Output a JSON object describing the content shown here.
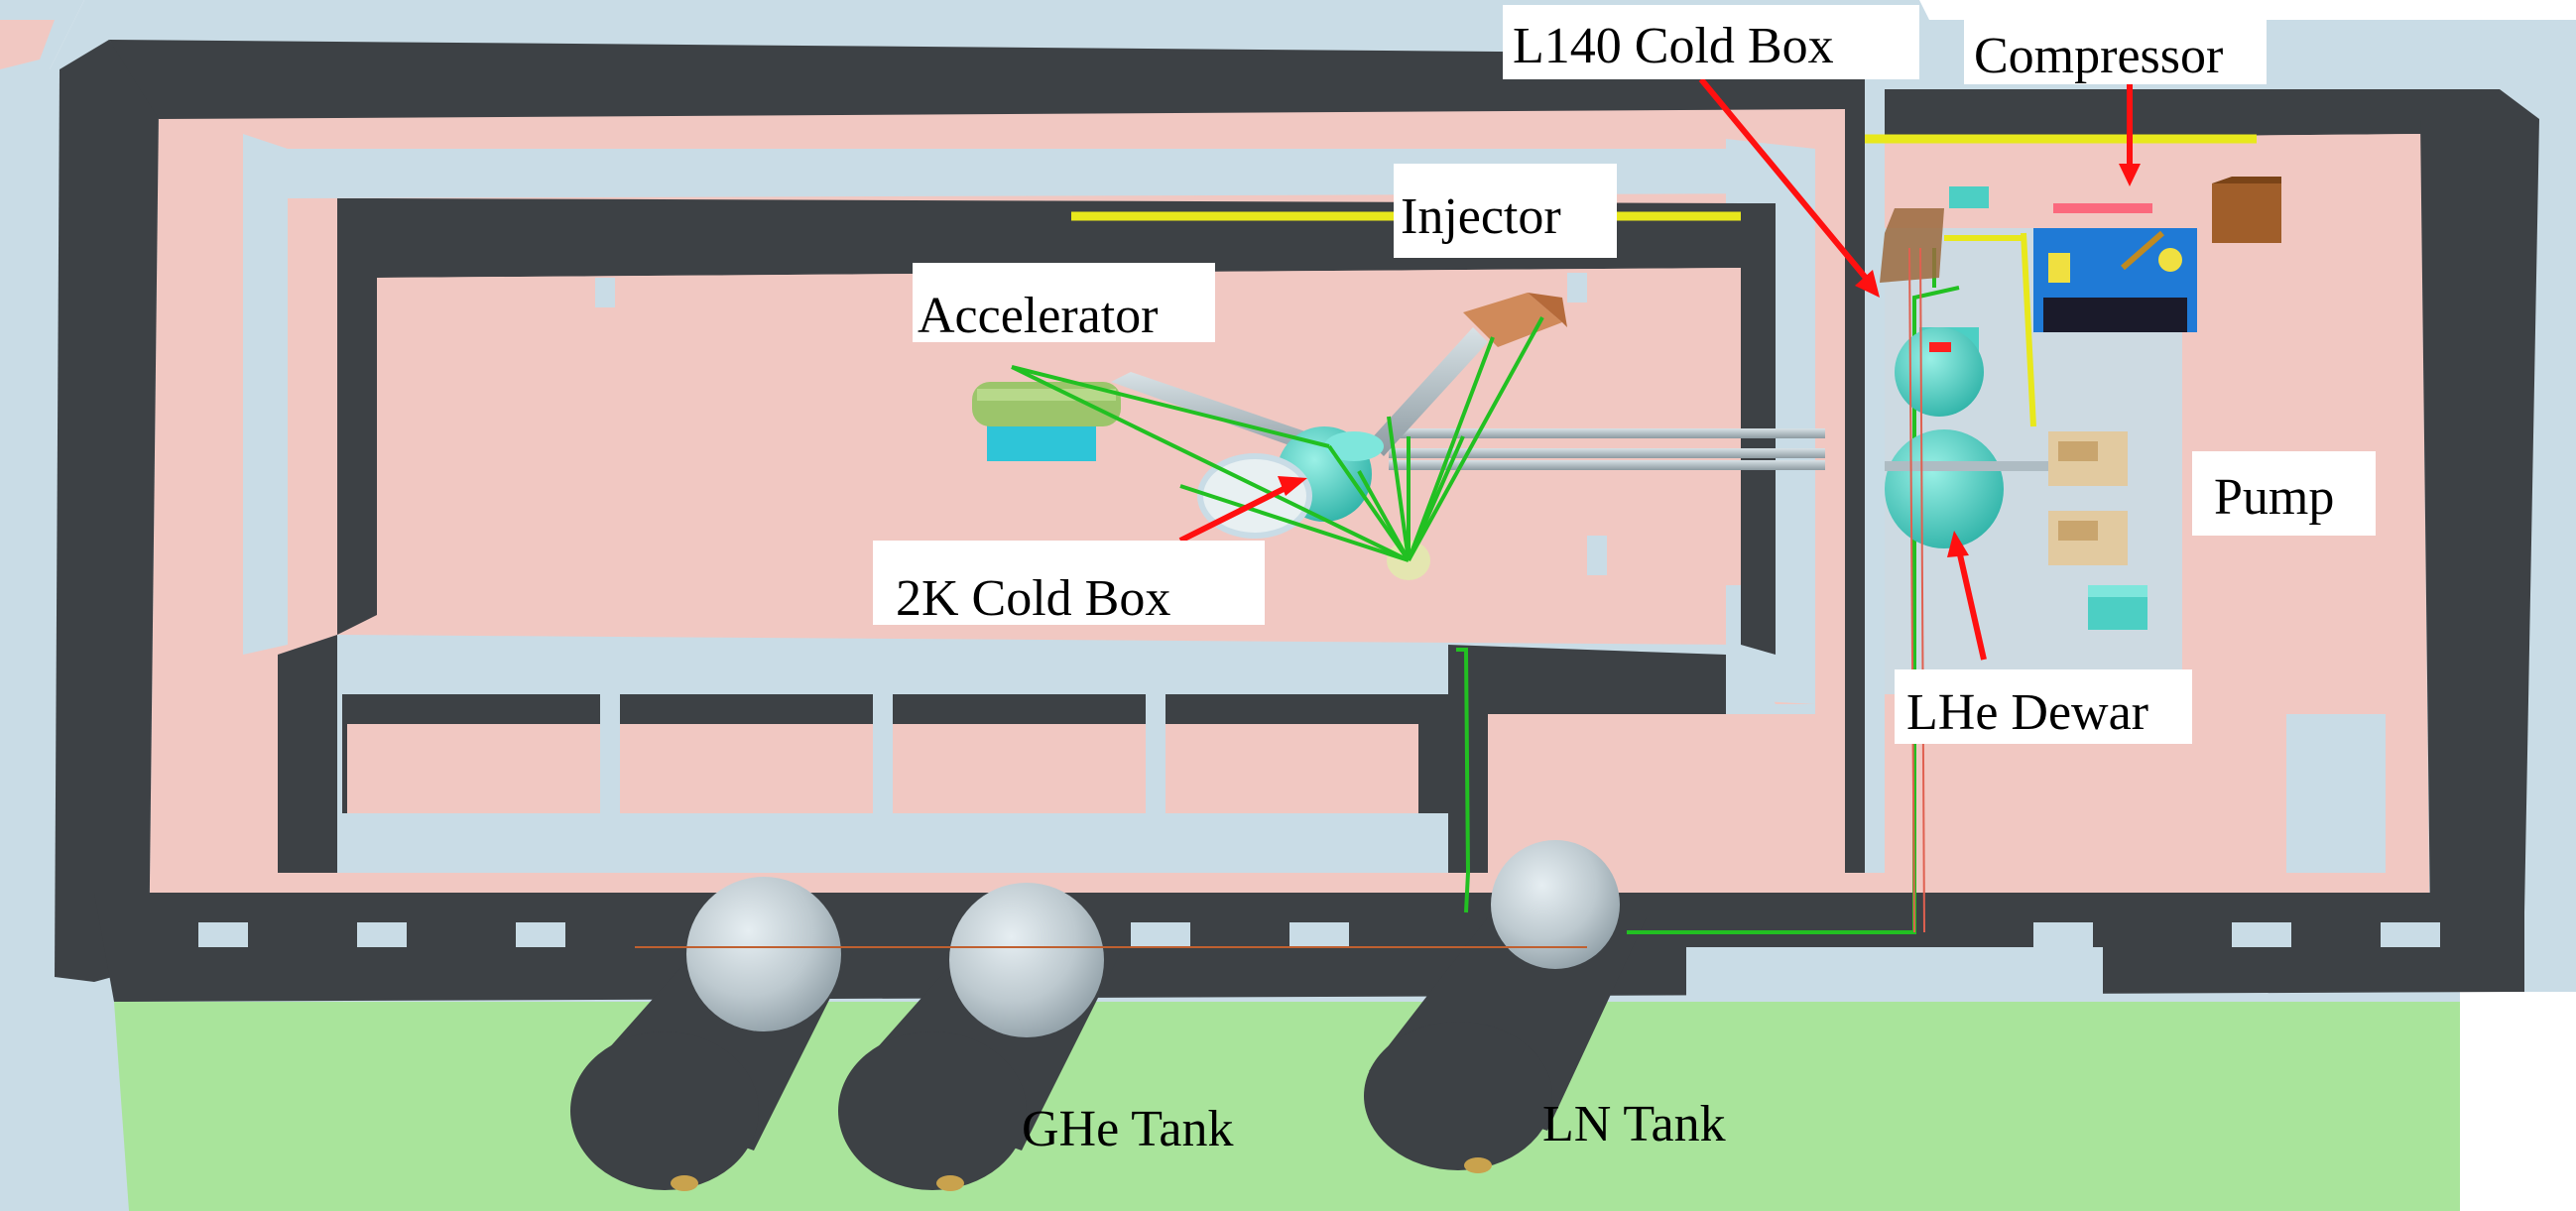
{
  "labels": {
    "l140_cold_box": "L140 Cold Box",
    "compressor": "Compressor",
    "injector": "Injector",
    "accelerator": "Accelerator",
    "pump": "Pump",
    "cold_box_2k": "2K Cold Box",
    "lhe_dewar": "LHe Dewar",
    "ghe_tank": "GHe Tank",
    "ln_tank": "LN Tank"
  },
  "colors": {
    "wall_dark": "#3d4145",
    "wall_light": "#c9dce6",
    "floor": "#f1c8c2",
    "grass": "#a9e49b",
    "pipe": "#aebcc3",
    "cryo_line": "#22c022",
    "yellow_line": "#e8e81c",
    "arrow": "#ff1010",
    "equipment_teal": "#4ccfc4",
    "compressor_blue": "#1f7ad6"
  }
}
